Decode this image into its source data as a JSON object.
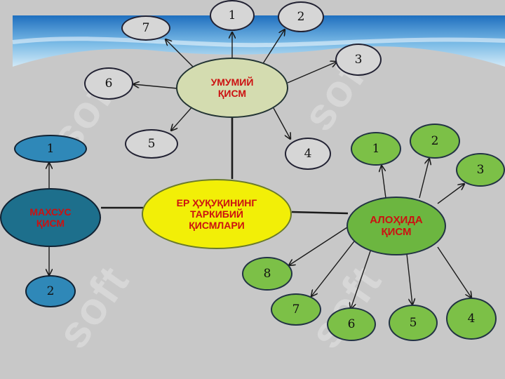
{
  "colors": {
    "background": "#c8c8c8",
    "wave_top": "#2a79c4",
    "wave_light": "#8fc6ea",
    "gray_node": "#d6d6d6",
    "umumiy_fill": "#d4dcb0",
    "center_fill": "#f2ef07",
    "maxsus_fill": "#1d6f8c",
    "aloxida_fill": "#6cb640",
    "small_blue_fill": "#2f88b8",
    "small_green_fill": "#7cc047",
    "red_text": "#cc1111",
    "line": "#1a1a1a"
  },
  "center": {
    "label": "ЕР ҲУҚУҚИНИНГ\nТАРКИБИЙ\nҚИСМЛАРИ"
  },
  "umumiy": {
    "label": "УМУМИЙ\nҚИСМ",
    "children": [
      "1",
      "2",
      "3",
      "4",
      "5",
      "6",
      "7"
    ]
  },
  "maxsus": {
    "label": "МАХСУС\nҚИСМ",
    "children": [
      "1",
      "2"
    ]
  },
  "aloxida": {
    "label": "АЛОҲИДА\nҚИСМ",
    "children": [
      "1",
      "2",
      "3",
      "4",
      "5",
      "6",
      "7",
      "8"
    ]
  },
  "watermark": "soft"
}
